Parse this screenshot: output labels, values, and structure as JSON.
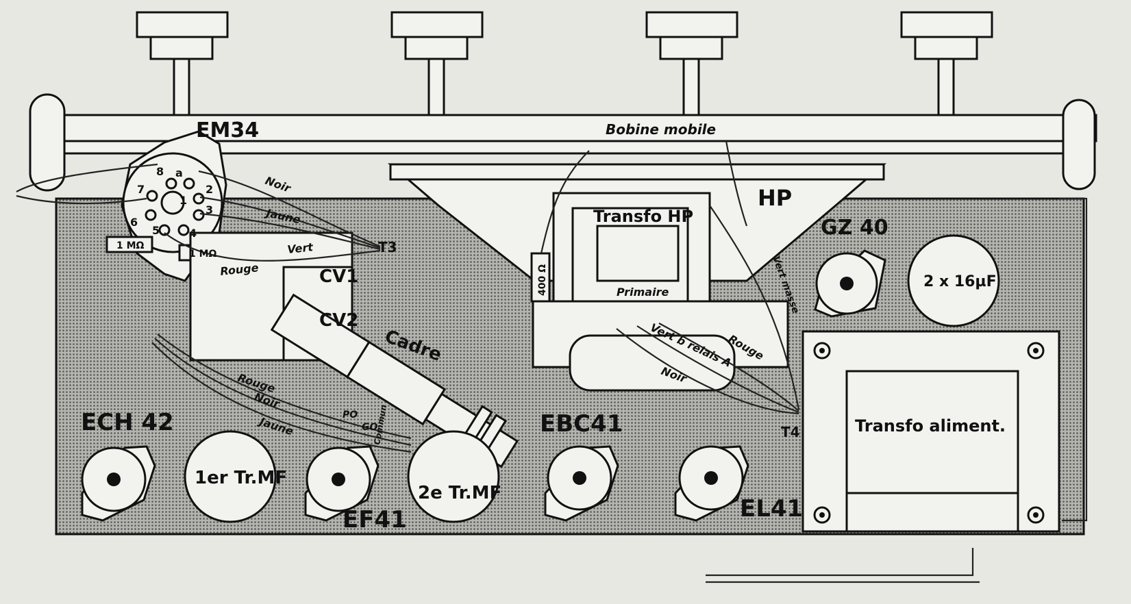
{
  "labels": {
    "em34": "EM34",
    "bobine_mobile": "Bobine mobile",
    "hp": "HP",
    "transfo_hp": "Transfo HP",
    "primaire": "Primaire",
    "gz40": "GZ 40",
    "cap_2x16": "2 x 16µF",
    "cv1": "CV1",
    "cv2": "CV2",
    "cadre": "Cadre",
    "ech42": "ECH 42",
    "tr_mf1": "1er Tr.MF",
    "ef41": "EF41",
    "tr_mf2": "2e Tr.MF",
    "ebc41": "EBC41",
    "el41": "EL41",
    "transfo_aliment": "Transfo aliment.",
    "t3": "T3",
    "t4": "T4",
    "res_400": "400 Ω",
    "res_1m_a": "1 MΩ",
    "res_1m_b": "1 MΩ"
  },
  "wires": {
    "noir_top": "Noir",
    "jaune_top": "Jaune",
    "vert_top": "Vert",
    "rouge_top": "Rouge",
    "vert_masse": "Vert masse",
    "vert_b_relais": "Vert b relais A",
    "rouge_right": "Rouge",
    "noir_right": "Noir",
    "rouge_left": "Rouge",
    "noir_left": "Noir",
    "jaune_left": "Jaune",
    "po": "PO",
    "go": "GO",
    "commun": "Commun"
  },
  "pins": {
    "p1": "1",
    "p2": "2",
    "p3": "3",
    "p4": "4",
    "p5": "5",
    "p6": "6",
    "p7": "7",
    "p8": "8",
    "p9": "a"
  },
  "icons": {
    "tube_socket": "tube-socket-icon",
    "knob": "knob-icon",
    "screw": "screw-icon"
  },
  "colors": {
    "paper": "#e7e8e2",
    "chassis": "#a9aaa6",
    "ink": "#111111",
    "highlight": "#f2f2ee"
  }
}
